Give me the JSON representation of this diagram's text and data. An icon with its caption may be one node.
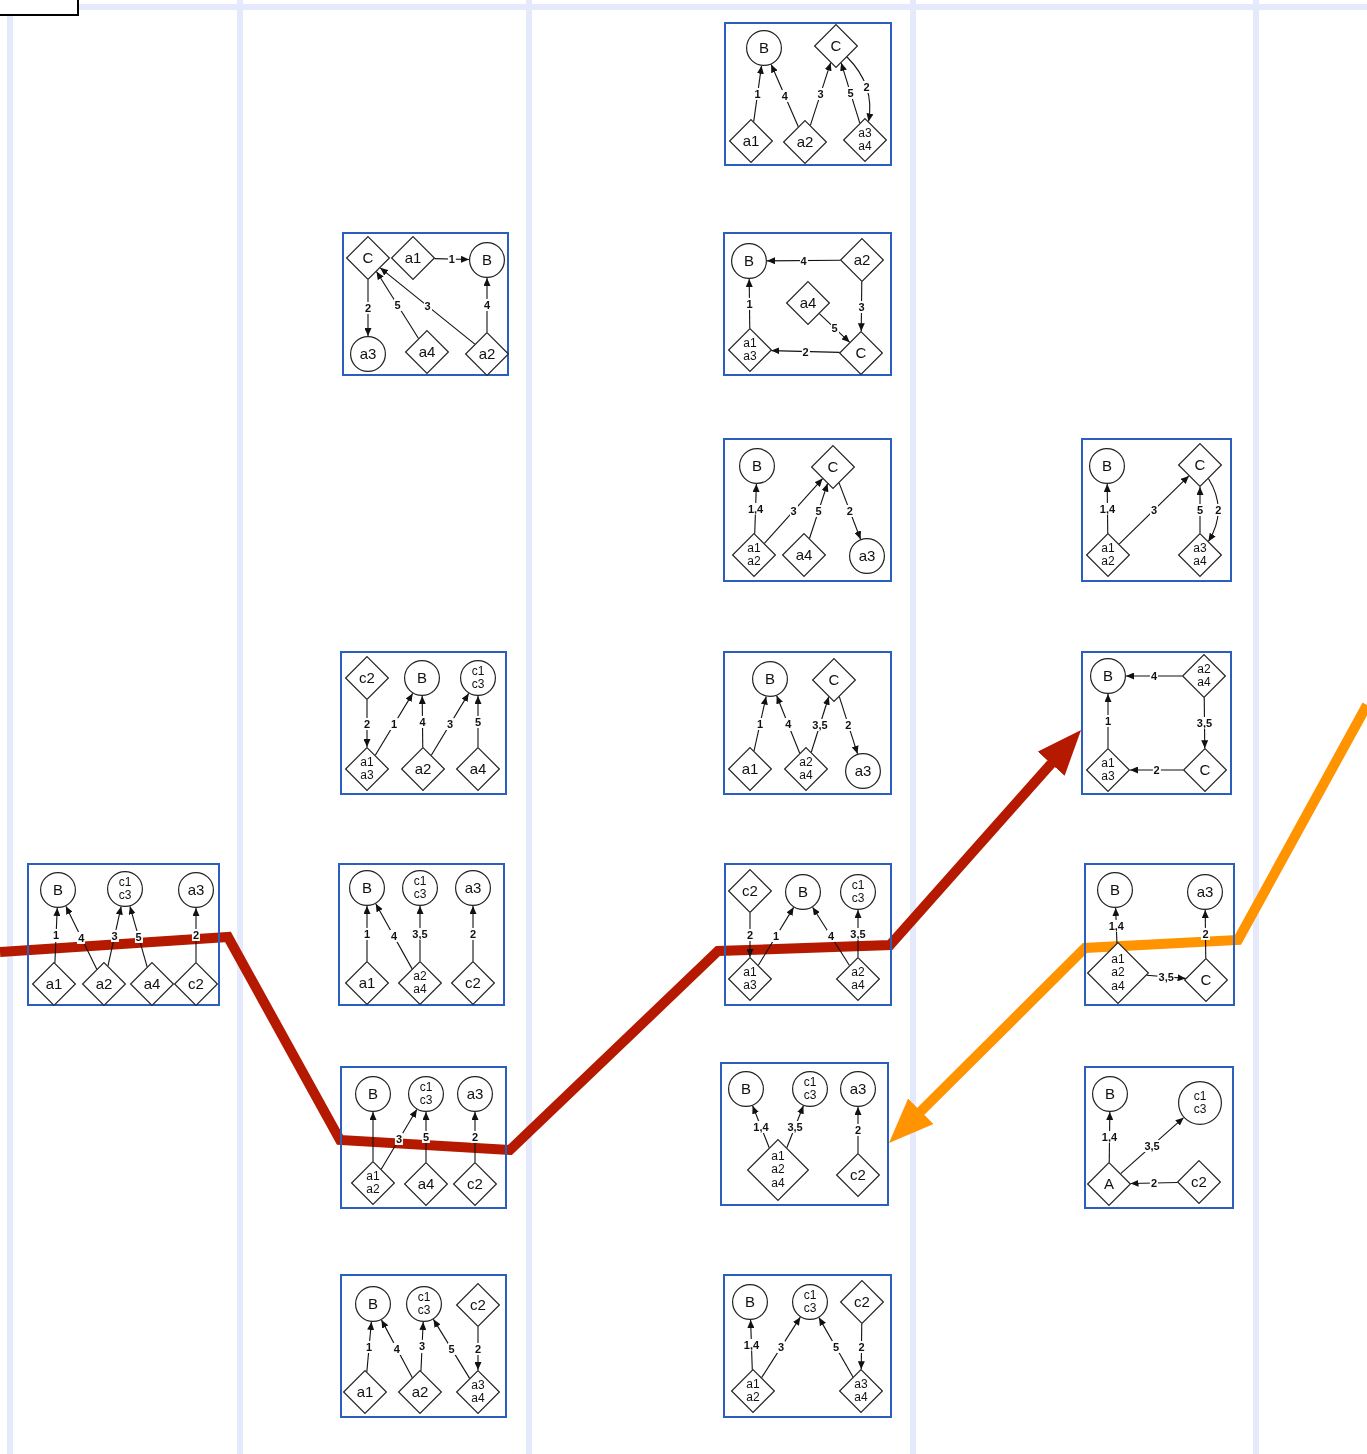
{
  "diagram": {
    "nodes": [
      {
        "text": [],
        "shape": "box"
      },
      {
        "text": [
          "B"
        ],
        "in": 0
      },
      {
        "text": [
          "C"
        ],
        "in": 0
      },
      {
        "text": [
          "a1"
        ],
        "in": 0
      },
      {
        "text": [
          "a2"
        ],
        "in": 0
      },
      {
        "text": [
          "a3 a4"
        ],
        "in": 0
      },
      {
        "text": [],
        "shape": "box"
      },
      {
        "text": [
          "C"
        ],
        "in": 6
      },
      {
        "text": [
          "a1"
        ],
        "in": 6
      },
      {
        "text": [
          "B"
        ],
        "in": 6
      },
      {
        "text": [
          "a3"
        ],
        "in": 6
      },
      {
        "text": [
          "a4"
        ],
        "in": 6
      },
      {
        "text": [
          "a2"
        ],
        "in": 6
      },
      {
        "text": [],
        "shape": "box"
      },
      {
        "text": [
          "B"
        ],
        "in": 13
      },
      {
        "text": [
          "a2"
        ],
        "in": 13
      },
      {
        "text": [
          "a4"
        ],
        "in": 13
      },
      {
        "text": [
          "a1 a3"
        ],
        "in": 13
      },
      {
        "text": [
          "C"
        ],
        "in": 13
      },
      {
        "text": [],
        "shape": "box"
      },
      {
        "text": [
          "B"
        ],
        "in": 19
      },
      {
        "text": [
          "C"
        ],
        "in": 19
      },
      {
        "text": [
          "a1 a2"
        ],
        "in": 19
      },
      {
        "text": [
          "a4"
        ],
        "in": 19
      },
      {
        "text": [
          "a3"
        ],
        "in": 19
      },
      {
        "text": [],
        "shape": "box"
      },
      {
        "text": [
          "B"
        ],
        "in": 25
      },
      {
        "text": [
          "C"
        ],
        "in": 25
      },
      {
        "text": [
          "a1 a2"
        ],
        "in": 25
      },
      {
        "text": [
          "a3 a4"
        ],
        "in": 25
      },
      {
        "text": [],
        "shape": "box"
      },
      {
        "text": [
          "c2"
        ],
        "in": 30
      },
      {
        "text": [
          "B"
        ],
        "in": 30
      },
      {
        "text": [
          "c1 c3"
        ],
        "in": 30
      },
      {
        "text": [
          "a1 a3"
        ],
        "in": 30
      },
      {
        "text": [
          "a2"
        ],
        "in": 30
      },
      {
        "text": [
          "a4"
        ],
        "in": 30
      },
      {
        "text": [],
        "shape": "box"
      },
      {
        "text": [
          "B"
        ],
        "in": 37
      },
      {
        "text": [
          "C"
        ],
        "in": 37
      },
      {
        "text": [
          "a1"
        ],
        "in": 37
      },
      {
        "text": [
          "a2 a4"
        ],
        "in": 37
      },
      {
        "text": [
          "a3"
        ],
        "in": 37
      },
      {
        "text": [],
        "shape": "box"
      },
      {
        "text": [
          "B"
        ],
        "in": 43
      },
      {
        "text": [
          "a2 a4"
        ],
        "in": 43
      },
      {
        "text": [
          "a1 a3"
        ],
        "in": 43
      },
      {
        "text": [
          "C"
        ],
        "in": 43
      },
      {
        "text": [],
        "shape": "box"
      },
      {
        "text": [
          "B"
        ],
        "in": 48
      },
      {
        "text": [
          "c1 c3"
        ],
        "in": 48
      },
      {
        "text": [
          "a3"
        ],
        "in": 48
      },
      {
        "text": [
          "a1"
        ],
        "in": 48
      },
      {
        "text": [
          "a2"
        ],
        "in": 48
      },
      {
        "text": [
          "a4"
        ],
        "in": 48
      },
      {
        "text": [
          "c2"
        ],
        "in": 48
      },
      {
        "text": [],
        "shape": "box"
      },
      {
        "text": [
          "B"
        ],
        "in": 56
      },
      {
        "text": [
          "c1 c3"
        ],
        "in": 56
      },
      {
        "text": [
          "a3"
        ],
        "in": 56
      },
      {
        "text": [
          "a1"
        ],
        "in": 56
      },
      {
        "text": [
          "a2 a4"
        ],
        "in": 56
      },
      {
        "text": [
          "c2"
        ],
        "in": 56
      },
      {
        "text": [],
        "shape": "box"
      },
      {
        "text": [
          "c2"
        ],
        "in": 63
      },
      {
        "text": [
          "B"
        ],
        "in": 63
      },
      {
        "text": [
          "c1 c3"
        ],
        "in": 63
      },
      {
        "text": [
          "a1 a3"
        ],
        "in": 63
      },
      {
        "text": [
          "a2 a4"
        ],
        "in": 63
      },
      {
        "text": [],
        "shape": "box"
      },
      {
        "text": [
          "B"
        ],
        "in": 69
      },
      {
        "text": [
          "a3"
        ],
        "in": 69
      },
      {
        "text": [
          "a1 a2 a4"
        ],
        "in": 69
      },
      {
        "text": [
          "C"
        ],
        "in": 69
      },
      {
        "text": [],
        "shape": "box"
      },
      {
        "text": [
          "B"
        ],
        "in": 74
      },
      {
        "text": [
          "c1 c3"
        ],
        "in": 74
      },
      {
        "text": [
          "a3"
        ],
        "in": 74
      },
      {
        "text": [
          "a1 a2"
        ],
        "in": 74
      },
      {
        "text": [
          "a4"
        ],
        "in": 74
      },
      {
        "text": [
          "c2"
        ],
        "in": 74
      },
      {
        "text": [],
        "shape": "box"
      },
      {
        "text": [
          "B"
        ],
        "in": 81
      },
      {
        "text": [
          "c1 c3"
        ],
        "in": 81
      },
      {
        "text": [
          "a3"
        ],
        "in": 81
      },
      {
        "text": [
          "a1 a2 a4"
        ],
        "in": 81
      },
      {
        "text": [
          "c2"
        ],
        "in": 81
      },
      {
        "text": [],
        "shape": "box"
      },
      {
        "text": [
          "B"
        ],
        "in": 87
      },
      {
        "text": [
          "c1 c3"
        ],
        "in": 87
      },
      {
        "text": [
          "A"
        ],
        "in": 87
      },
      {
        "text": [
          "c2"
        ],
        "in": 87
      },
      {
        "text": [],
        "shape": "box"
      },
      {
        "text": [
          "B"
        ],
        "in": 92
      },
      {
        "text": [
          "c1 c3"
        ],
        "in": 92
      },
      {
        "text": [
          "c2"
        ],
        "in": 92
      },
      {
        "text": [
          "a1"
        ],
        "in": 92
      },
      {
        "text": [
          "a2"
        ],
        "in": 92
      },
      {
        "text": [
          "a3 a4"
        ],
        "in": 92
      },
      {
        "text": [],
        "shape": "box"
      },
      {
        "text": [
          "B"
        ],
        "in": 99
      },
      {
        "text": [
          "c1 c3"
        ],
        "in": 99
      },
      {
        "text": [
          "c2"
        ],
        "in": 99
      },
      {
        "text": [
          "a1 a2"
        ],
        "in": 99
      },
      {
        "text": [
          "a3 a4"
        ],
        "in": 99
      },
      {
        "text": [],
        "shape": "box"
      }
    ],
    "edges": [
      {
        "from": 3,
        "to": 1,
        "arrow": "to",
        "label": "1"
      },
      {
        "from": 4,
        "to": 1,
        "arrow": "to",
        "label": "4"
      },
      {
        "from": 4,
        "to": 2,
        "arrow": "to",
        "label": "3"
      },
      {
        "from": 5,
        "to": 2,
        "arrow": "to",
        "label": "5"
      },
      {
        "from": 2,
        "to": 5,
        "arrow": "to",
        "label": "2"
      },
      {
        "from": 8,
        "to": 9,
        "arrow": "to",
        "label": "1"
      },
      {
        "from": 7,
        "to": 10,
        "arrow": "to",
        "label": "2"
      },
      {
        "from": 11,
        "to": 7,
        "arrow": "to",
        "label": "5"
      },
      {
        "from": 12,
        "to": 7,
        "arrow": "to",
        "label": "3"
      },
      {
        "from": 12,
        "to": 9,
        "arrow": "to",
        "label": "4"
      },
      {
        "from": 15,
        "to": 14,
        "arrow": "to",
        "label": "4"
      },
      {
        "from": 15,
        "to": 18,
        "arrow": "to",
        "label": "3"
      },
      {
        "from": 16,
        "to": 18,
        "arrow": "to",
        "label": "5"
      },
      {
        "from": 18,
        "to": 17,
        "arrow": "to",
        "label": "2"
      },
      {
        "from": 17,
        "to": 14,
        "arrow": "to",
        "label": "1"
      },
      {
        "from": 22,
        "to": 20,
        "arrow": "to",
        "label": "1,4"
      },
      {
        "from": 22,
        "to": 21,
        "arrow": "to",
        "label": "3"
      },
      {
        "from": 23,
        "to": 21,
        "arrow": "to",
        "label": "5"
      },
      {
        "from": 21,
        "to": 24,
        "arrow": "to",
        "label": "2"
      },
      {
        "from": 28,
        "to": 26,
        "arrow": "to",
        "label": "1,4"
      },
      {
        "from": 28,
        "to": 27,
        "arrow": "to",
        "label": "3"
      },
      {
        "from": 29,
        "to": 27,
        "arrow": "to",
        "label": "5"
      },
      {
        "from": 27,
        "to": 29,
        "arrow": "to",
        "label": "2"
      },
      {
        "from": 31,
        "to": 34,
        "arrow": "to",
        "label": "2"
      },
      {
        "from": 34,
        "to": 32,
        "arrow": "to",
        "label": "1"
      },
      {
        "from": 35,
        "to": 32,
        "arrow": "to",
        "label": "4"
      },
      {
        "from": 35,
        "to": 33,
        "arrow": "to",
        "label": "3"
      },
      {
        "from": 36,
        "to": 33,
        "arrow": "to",
        "label": "5"
      },
      {
        "from": 40,
        "to": 38,
        "arrow": "to",
        "label": "1"
      },
      {
        "from": 41,
        "to": 38,
        "arrow": "to",
        "label": "4"
      },
      {
        "from": 41,
        "to": 39,
        "arrow": "to",
        "label": "3,5"
      },
      {
        "from": 39,
        "to": 42,
        "arrow": "to",
        "label": "2"
      },
      {
        "from": 45,
        "to": 44,
        "arrow": "to",
        "label": "4"
      },
      {
        "from": 45,
        "to": 47,
        "arrow": "to",
        "label": "3,5"
      },
      {
        "from": 47,
        "to": 46,
        "arrow": "to",
        "label": "2"
      },
      {
        "from": 46,
        "to": 44,
        "arrow": "to",
        "label": "1"
      },
      {
        "from": 52,
        "to": 49,
        "arrow": "to",
        "label": "1"
      },
      {
        "from": 53,
        "to": 49,
        "arrow": "to",
        "label": "4"
      },
      {
        "from": 53,
        "to": 50,
        "arrow": "to",
        "label": "3"
      },
      {
        "from": 54,
        "to": 50,
        "arrow": "to",
        "label": "5"
      },
      {
        "from": 55,
        "to": 51,
        "arrow": "to",
        "label": "2"
      },
      {
        "from": 60,
        "to": 57,
        "arrow": "to",
        "label": "1"
      },
      {
        "from": 61,
        "to": 57,
        "arrow": "to",
        "label": "4"
      },
      {
        "from": 61,
        "to": 58,
        "arrow": "to",
        "label": "3,5"
      },
      {
        "from": 62,
        "to": 59,
        "arrow": "to",
        "label": "2"
      },
      {
        "from": 64,
        "to": 67,
        "arrow": "to",
        "label": "2"
      },
      {
        "from": 67,
        "to": 65,
        "arrow": "to",
        "label": "1"
      },
      {
        "from": 68,
        "to": 65,
        "arrow": "to",
        "label": "4"
      },
      {
        "from": 68,
        "to": 66,
        "arrow": "to",
        "label": "3,5"
      },
      {
        "from": 72,
        "to": 70,
        "arrow": "to",
        "label": "1,4"
      },
      {
        "from": 72,
        "to": 73,
        "arrow": "to",
        "label": "3,5"
      },
      {
        "from": 73,
        "to": 71,
        "arrow": "to",
        "label": "2"
      },
      {
        "from": 78,
        "to": 75,
        "arrow": "to"
      },
      {
        "from": 78,
        "to": 76,
        "arrow": "to",
        "label": "3"
      },
      {
        "from": 79,
        "to": 76,
        "arrow": "to",
        "label": "5"
      },
      {
        "from": 80,
        "to": 77,
        "arrow": "to",
        "label": "2"
      },
      {
        "from": 85,
        "to": 82,
        "arrow": "to",
        "label": "1,4"
      },
      {
        "from": 85,
        "to": 83,
        "arrow": "to",
        "label": "3,5"
      },
      {
        "from": 86,
        "to": 84,
        "arrow": "to",
        "label": "2"
      },
      {
        "from": 90,
        "to": 88,
        "arrow": "to",
        "label": "1,4"
      },
      {
        "from": 90,
        "to": 89,
        "arrow": "to",
        "label": "3,5"
      },
      {
        "from": 91,
        "to": 90,
        "arrow": "to",
        "label": "2"
      },
      {
        "from": 96,
        "to": 93,
        "arrow": "to",
        "label": "1"
      },
      {
        "from": 97,
        "to": 93,
        "arrow": "to",
        "label": "4"
      },
      {
        "from": 97,
        "to": 94,
        "arrow": "to",
        "label": "3"
      },
      {
        "from": 98,
        "to": 94,
        "arrow": "to",
        "label": "5"
      },
      {
        "from": 95,
        "to": 98,
        "arrow": "to",
        "label": "2"
      },
      {
        "from": 103,
        "to": 100,
        "arrow": "to",
        "label": "1,4"
      },
      {
        "from": 103,
        "to": 101,
        "arrow": "to",
        "label": "3"
      },
      {
        "from": 104,
        "to": 101,
        "arrow": "to",
        "label": "5"
      },
      {
        "from": 102,
        "to": 104,
        "arrow": "to",
        "label": "2"
      },
      {
        "from": null,
        "to": 43,
        "arrow": "to",
        "style": "thick",
        "color": "#b51a00"
      },
      {
        "from": null,
        "to": 81,
        "arrow": "to",
        "style": "thick",
        "color": "#ff9300"
      }
    ]
  }
}
